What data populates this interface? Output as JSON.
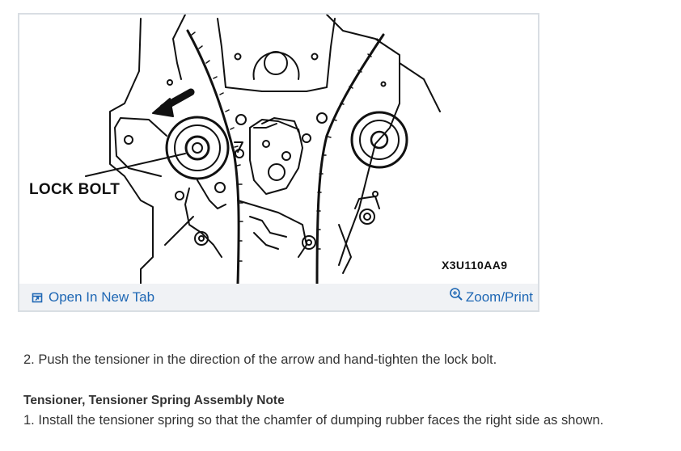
{
  "figure": {
    "callout_label": "LOCK BOLT",
    "figure_code": "X3U110AA9"
  },
  "actions": {
    "open_tab_icon": "open-in-new-tab-icon",
    "open_tab_label": "Open In New Tab",
    "zoom_icon": "zoom-magnifier-icon",
    "zoom_label": "Zoom/Print"
  },
  "content": {
    "step_2": "2. Push the tensioner in the direction of the arrow and hand-tighten the lock bolt.",
    "note_heading": "Tensioner, Tensioner Spring Assembly Note",
    "note_step_1": "1. Install the tensioner spring so that the chamfer of dumping rubber faces the right side as shown."
  },
  "colors": {
    "link": "#1e67b4",
    "action_bar": "#f0f2f5",
    "card_border": "#d9dee3",
    "body_text": "#333333"
  }
}
